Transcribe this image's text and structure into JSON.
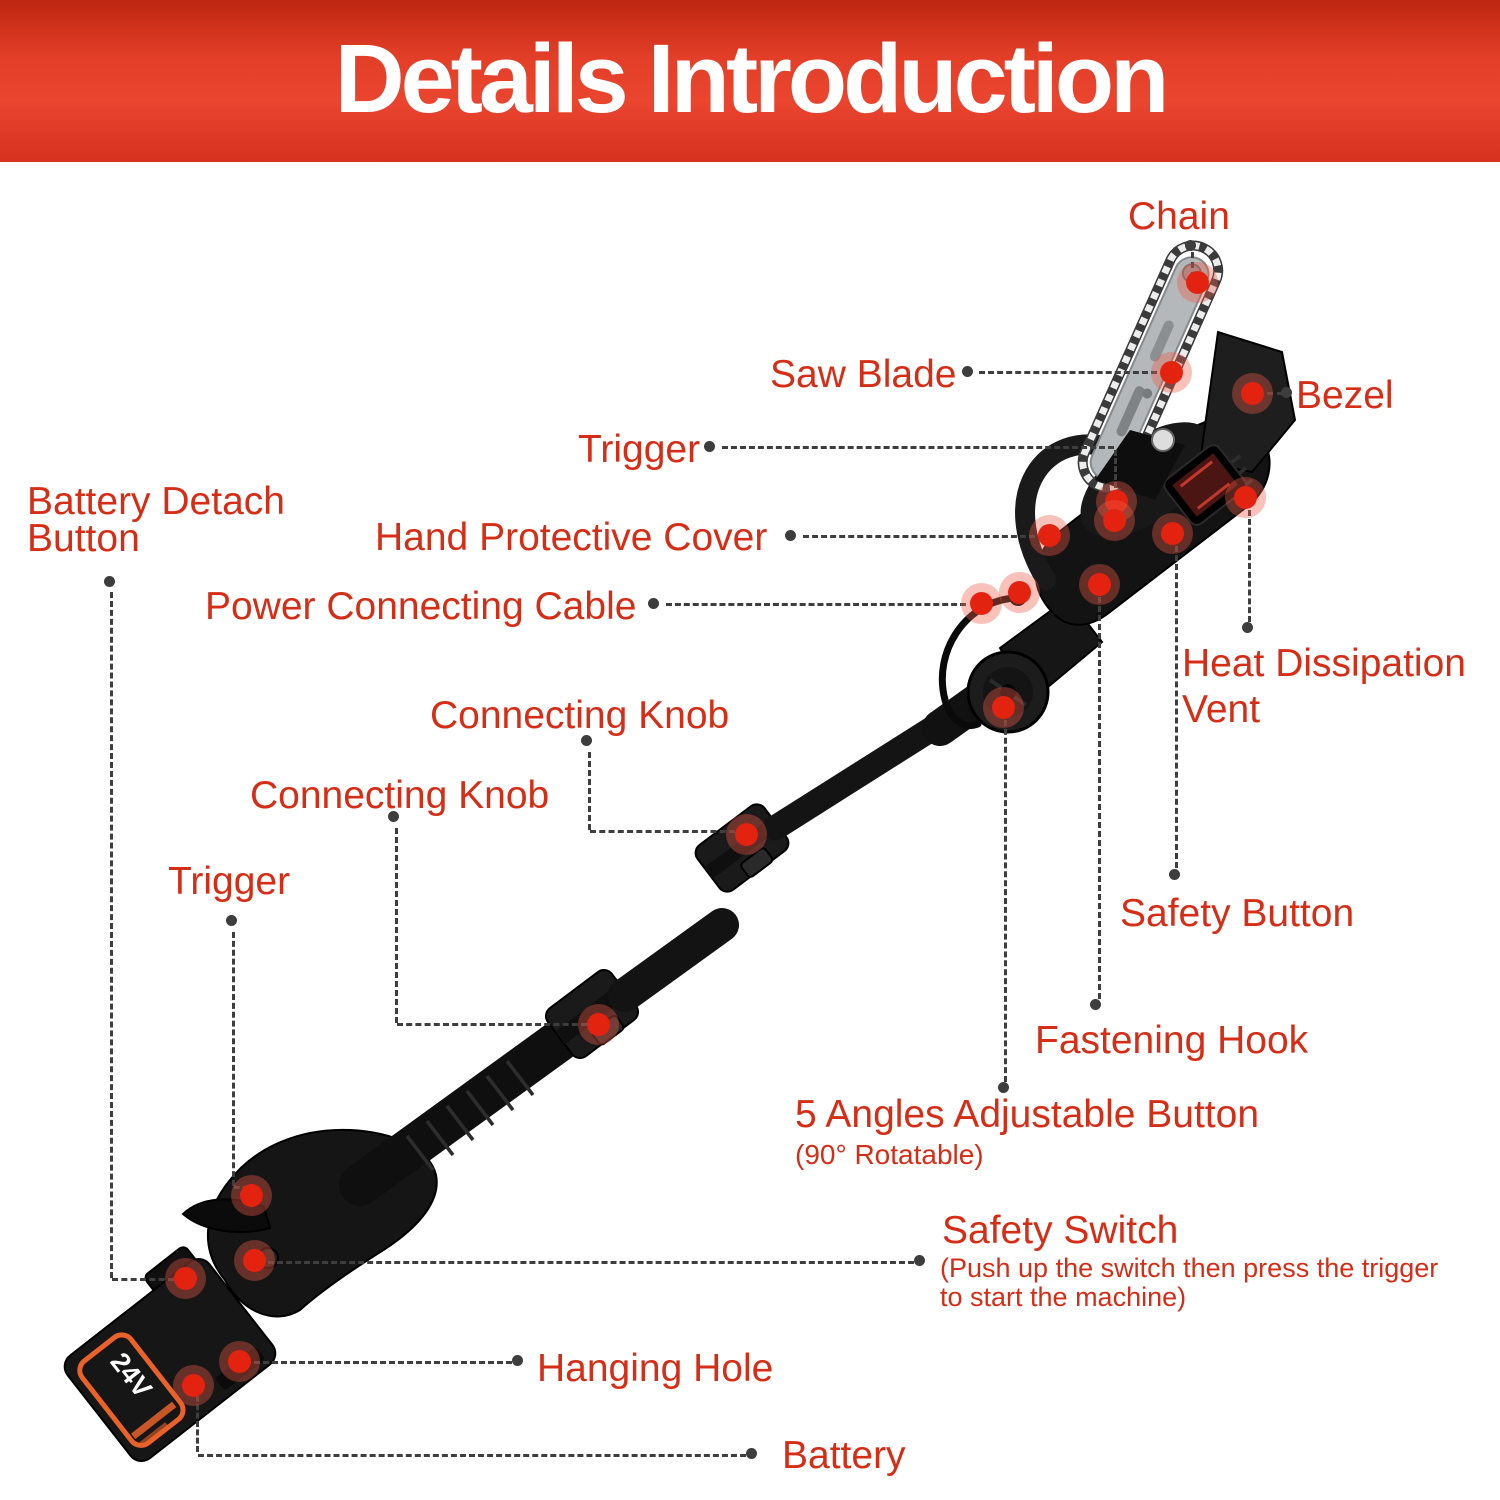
{
  "header": {
    "title": "Details Introduction"
  },
  "labels": {
    "chain": "Chain",
    "saw_blade": "Saw Blade",
    "bezel": "Bezel",
    "trigger_top": "Trigger",
    "battery_detach_line1": "Battery Detach",
    "battery_detach_line2": "Button",
    "hand_protective_cover": "Hand Protective Cover",
    "power_connecting_cable": "Power Connecting Cable",
    "connecting_knob_1": "Connecting Knob",
    "connecting_knob_2": "Connecting Knob",
    "trigger_left": "Trigger",
    "heat_dissipation_line1": "Heat Dissipation",
    "heat_dissipation_line2": "Vent",
    "safety_button": "Safety Button",
    "fastening_hook": "Fastening Hook",
    "angles_button": "5 Angles Adjustable Button",
    "angles_button_sub": "(90° Rotatable)",
    "safety_switch": "Safety Switch",
    "safety_switch_sub1": "(Push up the switch then press the trigger",
    "safety_switch_sub2": "to start the machine)",
    "hanging_hole": "Hanging Hole",
    "battery": "Battery"
  },
  "product": {
    "battery_voltage": "24V"
  },
  "colors": {
    "accent_red": "#d62d17",
    "header_red": "#e33f28",
    "marker_red": "#e32310",
    "leader_gray": "#3e3e3e"
  }
}
